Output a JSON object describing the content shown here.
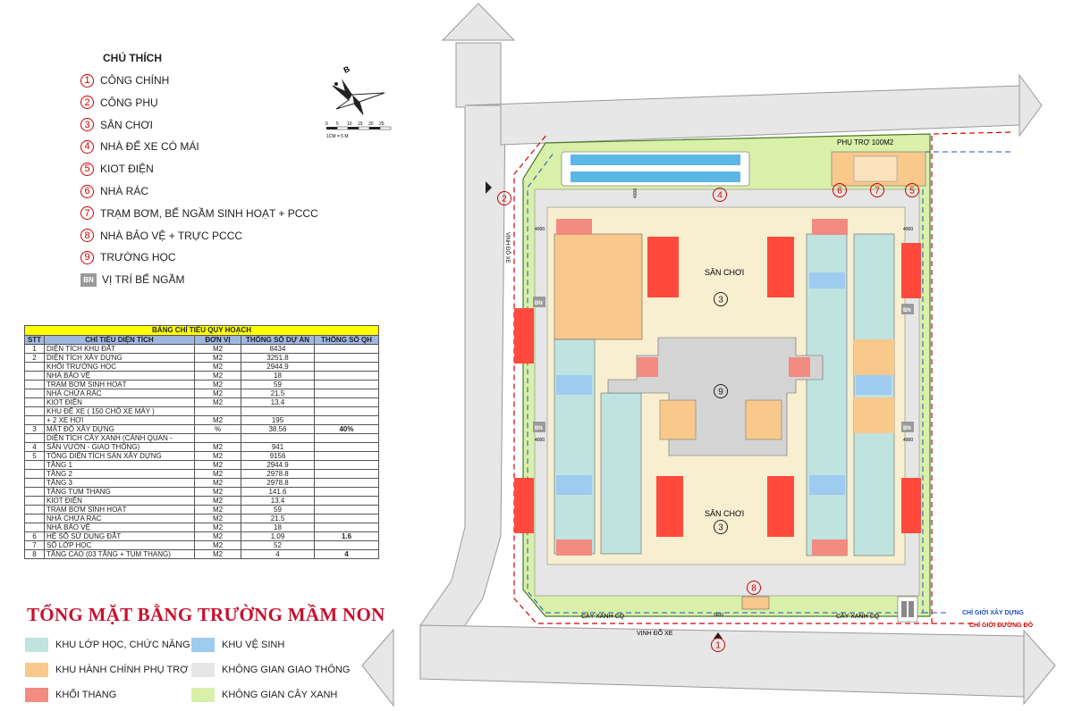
{
  "legend": {
    "title": "CHÚ THÍCH",
    "items": [
      {
        "num": "1",
        "label": "CÔNG CHÍNH"
      },
      {
        "num": "2",
        "label": "CÔNG PHỤ"
      },
      {
        "num": "3",
        "label": "SÂN CHƠI"
      },
      {
        "num": "4",
        "label": "NHÀ ĐỂ XE CÓ MÁI"
      },
      {
        "num": "5",
        "label": "KIOT ĐIỆN"
      },
      {
        "num": "6",
        "label": "NHÀ RÁC"
      },
      {
        "num": "7",
        "label": "TRẠM BƠM, BỂ NGẦM SINH HOẠT + PCCC"
      },
      {
        "num": "8",
        "label": "NHÀ BẢO VỆ + TRỰC PCCC"
      },
      {
        "num": "9",
        "label": "TRƯỜNG HỌC"
      }
    ],
    "bn_code": "BN",
    "bn_label": "VỊ TRÍ BỂ NGẦM"
  },
  "compass": {
    "north": "B",
    "scale_ticks": [
      "0",
      "5",
      "10",
      "15",
      "20",
      "25"
    ],
    "scale_note": "1CM = 5 M"
  },
  "table": {
    "caption": "BẢNG CHỈ TIÊU QUY HOẠCH",
    "headers": [
      "STT",
      "CHỈ TIÊU DIỆN TÍCH",
      "ĐƠN VỊ",
      "THÔNG SỐ DỰ ÁN",
      "THÔNG SỐ QH"
    ],
    "rows": [
      [
        "1",
        "DIỆN TÍCH KHU ĐẤT",
        "M2",
        "8434",
        ""
      ],
      [
        "2",
        "DIỆN TÍCH XÂY DỰNG",
        "M2",
        "3251.8",
        ""
      ],
      [
        "",
        "KHỐI TRƯỜNG HỌC",
        "M2",
        "2944.9",
        ""
      ],
      [
        "",
        "NHÀ BẢO VỆ",
        "M2",
        "18",
        ""
      ],
      [
        "",
        "TRẠM BƠM SINH HOẠT",
        "M2",
        "59",
        ""
      ],
      [
        "",
        "NHÀ CHỨA RÁC",
        "M2",
        "21.5",
        ""
      ],
      [
        "",
        "KIOT ĐIỆN",
        "M2",
        "13.4",
        ""
      ],
      [
        "",
        "KHU ĐỂ XE ( 150 CHỖ XE MÁY )",
        "",
        "",
        ""
      ],
      [
        "",
        "+ 2 XE HƠI",
        "M2",
        "195",
        ""
      ],
      [
        "3",
        "MẬT ĐỘ XÂY DỰNG",
        "%",
        "38.56",
        "40%"
      ],
      [
        "",
        "DIỆN TÍCH CÂY XANH (CẢNH QUAN -",
        "",
        "",
        ""
      ],
      [
        "4",
        "SÂN VƯỜN - GIAO THÔNG)",
        "M2",
        "941",
        ""
      ],
      [
        "5",
        "TỔNG DIỆN TÍCH SÀN XÂY DỰNG",
        "M2",
        "9156",
        ""
      ],
      [
        "",
        "TẦNG 1",
        "M2",
        "2944.9",
        ""
      ],
      [
        "",
        "TẦNG 2",
        "M2",
        "2978.8",
        ""
      ],
      [
        "",
        "TẦNG 3",
        "M2",
        "2978.8",
        ""
      ],
      [
        "",
        "TẦNG TUM THANG",
        "M2",
        "141.6",
        ""
      ],
      [
        "",
        "KIOT ĐIỆN",
        "M2",
        "13.4",
        ""
      ],
      [
        "",
        "TRẠM BƠM SINH HOẠT",
        "M2",
        "59",
        ""
      ],
      [
        "",
        "NHÀ CHỨA RÁC",
        "M2",
        "21.5",
        ""
      ],
      [
        "",
        "NHÀ BẢO VỆ",
        "M2",
        "18",
        ""
      ],
      [
        "6",
        "HỆ SỐ SỬ DỤNG ĐẤT",
        "M2",
        "1.09",
        "1.6"
      ],
      [
        "7",
        "SỐ LỚP HỌC",
        "M2",
        "52",
        ""
      ],
      [
        "8",
        "TẦNG CAO (03 TẦNG + TUM THANG)",
        "M2",
        "4",
        "4"
      ]
    ]
  },
  "main_title": "TỔNG MẶT BẰNG TRƯỜNG MẦM NON",
  "swatches": [
    {
      "label": "KHU LỚP HỌC, CHỨC NĂNG",
      "color": "#bfe3df"
    },
    {
      "label": "KHU VỆ SINH",
      "color": "#9ecbf0"
    },
    {
      "label": "KHU HÀNH CHÍNH PHỤ TRỢ",
      "color": "#f8c98b"
    },
    {
      "label": "KHÔNG GIAN GIAO THÔNG",
      "color": "#e6e6e6"
    },
    {
      "label": "KHỐI THANG",
      "color": "#f28b82"
    },
    {
      "label": "KHÔNG GIAN CÂY XANH",
      "color": "#d9f0a8"
    }
  ],
  "site": {
    "phu_tro": "PHỤ TRỢ 100M2",
    "san_choi": "SÂN CHƠI",
    "vinh_do_xe_side": "VỊNH ĐỖ XE",
    "vinh_do_xe_bottom": "VỊNH ĐỖ XE",
    "cay_xanh_left": "CÂY XANH CQ",
    "cay_xanh_right": "CÂY XANH CQ",
    "chi_gioi_xay_dung": "CHỈ GIỚI XÂY DỰNG",
    "chi_gioi_duong_do": "CHỈ GIỚI ĐƯỜNG ĐỎ",
    "dim_4000": "4000",
    "dim_5600": "5600",
    "markers": {
      "m1": "1",
      "m2": "2",
      "m3a": "3",
      "m3b": "3",
      "m4": "4",
      "m5": "5",
      "m6": "6",
      "m7": "7",
      "m8": "8",
      "m9": "9"
    },
    "bn": "BN"
  }
}
